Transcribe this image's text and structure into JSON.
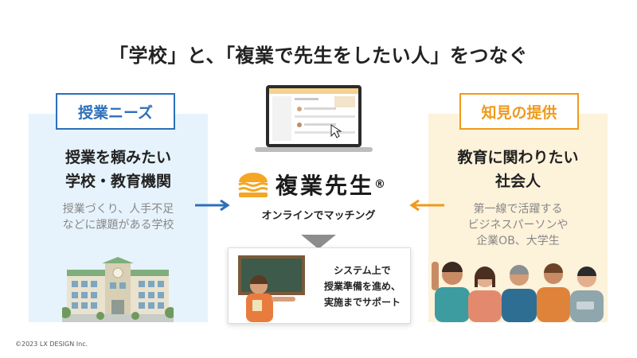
{
  "title": "「学校」と、「複業で先生をしたい人」をつなぐ",
  "left_panel": {
    "badge": "授業ニーズ",
    "heading_line1": "授業を頼みたい",
    "heading_line2": "学校・教育機関",
    "sub_line1": "授業づくり、人手不足",
    "sub_line2": "などに課題がある学校"
  },
  "right_panel": {
    "badge": "知見の提供",
    "heading_line1": "教育に関わりたい",
    "heading_line2": "社会人",
    "sub_line1": "第一線で活躍する",
    "sub_line2": "ビジネスパーソンや",
    "sub_line3": "企業OB、大学生"
  },
  "center": {
    "logo_text": "複業先生",
    "logo_mark": "®",
    "tagline": "オンラインでマッチング",
    "support_line1": "システム上で",
    "support_line2": "授業準備を進め、",
    "support_line3": "実施までサポート"
  },
  "footer": "©2023 LX DESIGN Inc.",
  "colors": {
    "blue": "#2d6fb9",
    "orange": "#ef9a1c",
    "left_bg": "#e6f3fc",
    "right_bg": "#fdf2da"
  }
}
